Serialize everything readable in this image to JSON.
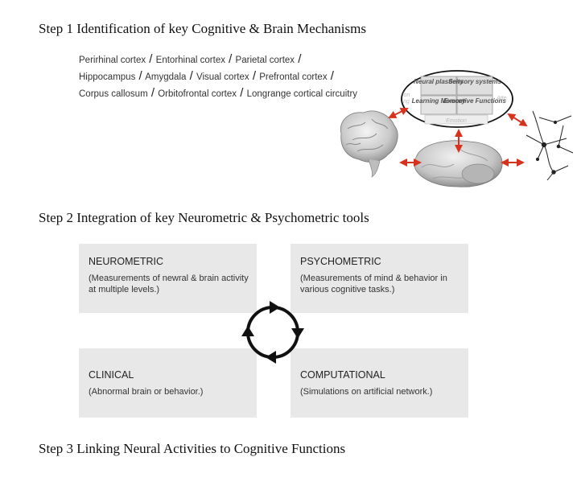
{
  "step1": {
    "title": "Step 1 Identification of key Cognitive & Brain Mechanisms",
    "regions_lines": [
      [
        "Perirhinal cortex",
        "Entorhinal cortex",
        "Parietal cortex",
        ""
      ],
      [
        "Hippocampus",
        "Amygdala",
        "Visual cortex",
        "Prefrontal cortex",
        ""
      ],
      [
        "Corpus callosum",
        "Orbitofrontal cortex",
        "Longrange cortical circuitry"
      ]
    ],
    "separator": "/",
    "diagram_cells": [
      "Neural plasticity",
      "Sensory systems",
      "Learning Memory",
      "Executive Functions"
    ],
    "diagram_faded": [
      "Emotion"
    ]
  },
  "step2": {
    "title": "Step 2 Integration of key Neurometric & Psychometric tools",
    "boxes": {
      "neurometric": {
        "title": "NEUROMETRIC",
        "desc": "(Measurements of newral & brain activity at multiple levels.)"
      },
      "psychometric": {
        "title": "PSYCHOMETRIC",
        "desc": "(Measurements of mind & behavior in various cognitive tasks.)"
      },
      "clinical": {
        "title": "CLINICAL",
        "desc": "(Abnormal brain or behavior.)"
      },
      "computational": {
        "title": "COMPUTATIONAL",
        "desc": "(Simulations on artificial network.)"
      }
    }
  },
  "step3": {
    "title": "Step 3 Linking Neural Activities to Cognitive Functions"
  },
  "colors": {
    "arrow": "#d8321e",
    "box_bg": "#e8e8e8",
    "cycle": "#111111"
  },
  "icons": [
    "human-brain-icon",
    "rodent-brain-icon",
    "neuron-network-icon",
    "cycle-arrows-icon"
  ]
}
